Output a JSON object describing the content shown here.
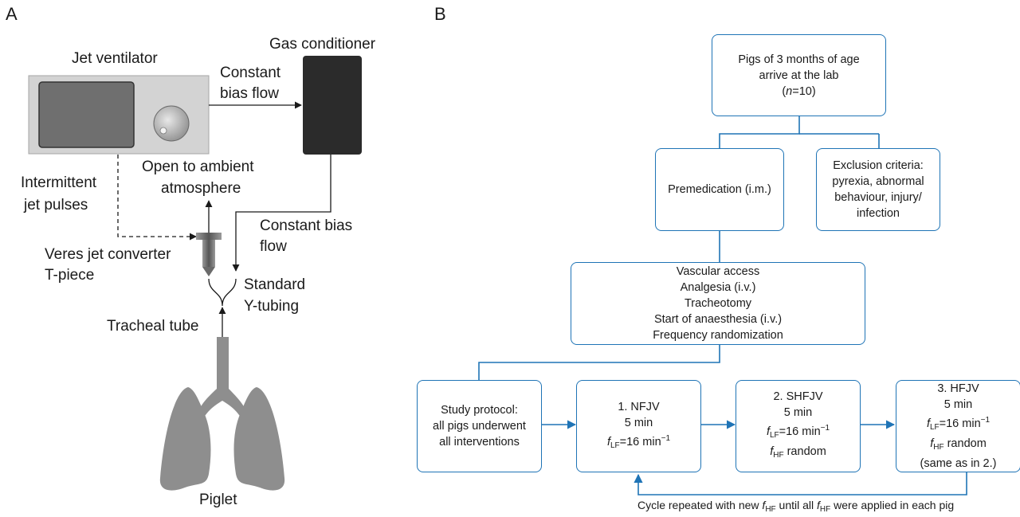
{
  "panels": {
    "a": "A",
    "b": "B"
  },
  "setup": {
    "jet_ventilator": "Jet ventilator",
    "gas_conditioner": "Gas conditioner",
    "constant_bias_flow_top": [
      "Constant",
      "bias flow"
    ],
    "intermittent_jet_pulses": [
      "Intermittent",
      "jet pulses"
    ],
    "open_to_ambient": [
      "Open to ambient",
      "atmosphere"
    ],
    "constant_bias_flow_right": [
      "Constant bias",
      "flow"
    ],
    "veres_converter": [
      "Veres jet converter",
      "T-piece"
    ],
    "y_tubing": [
      "Standard",
      "Y-tubing"
    ],
    "tracheal_tube": "Tracheal tube",
    "piglet": "Piglet"
  },
  "flowchart": {
    "arrival": [
      "Pigs of 3 months of age",
      "arrive at the lab",
      "n",
      "=10)"
    ],
    "premedication": "Premedication (i.m.)",
    "exclusion": [
      "Exclusion criteria:",
      "pyrexia, abnormal",
      "behaviour, injury/",
      "infection"
    ],
    "preparation": [
      "Vascular access",
      "Analgesia (i.v.)",
      "Tracheotomy",
      "Start of anaesthesia (i.v.)",
      "Frequency randomization"
    ],
    "protocol": [
      "Study protocol:",
      "all pigs underwent",
      "all interventions"
    ],
    "nfjv": [
      "1. NFJV",
      "5 min"
    ],
    "shfjv": [
      "2. SHFJV",
      "5 min"
    ],
    "hfjv": [
      "3. HFJV",
      "5 min",
      "(same as in 2.)"
    ],
    "f": "f",
    "lf": "LF",
    "hf": "HF",
    "freq_eq": "=16 min",
    "minus_one": "−1",
    "random": " random",
    "loop": [
      "Cycle repeated with new ",
      " until all ",
      " were applied in each pig"
    ]
  },
  "colors": {
    "flow": "#1f74b6",
    "ink": "#1a1a1a",
    "device_gray": "#d3d3d3",
    "conditioner": "#2b2b2b",
    "lung_gray": "#8e8e8e"
  }
}
